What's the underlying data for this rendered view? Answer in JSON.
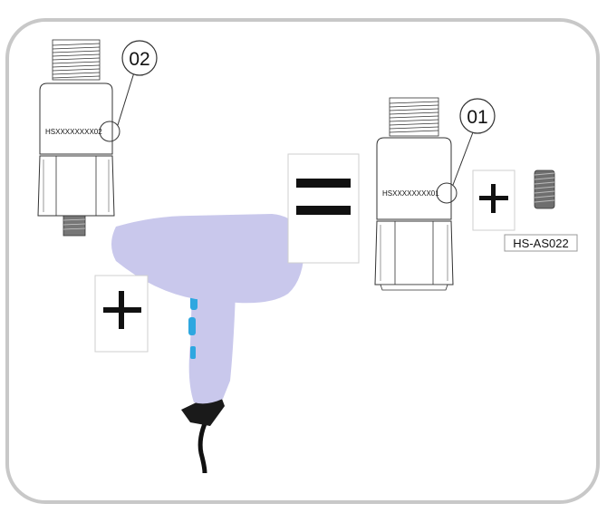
{
  "sensor_left": {
    "serial": "HSXXXXXXXX02",
    "callout": "02"
  },
  "sensor_right": {
    "serial": "HSXXXXXXXX01",
    "callout": "01"
  },
  "stud": {
    "part_number": "HS-AS022"
  },
  "symbols": {
    "plus": "+",
    "equals": "="
  },
  "colors": {
    "frame": "#c8c8c8",
    "dryer_body": "#c9c8ec",
    "dryer_accent": "#2ea7e0",
    "ink": "#111111"
  }
}
